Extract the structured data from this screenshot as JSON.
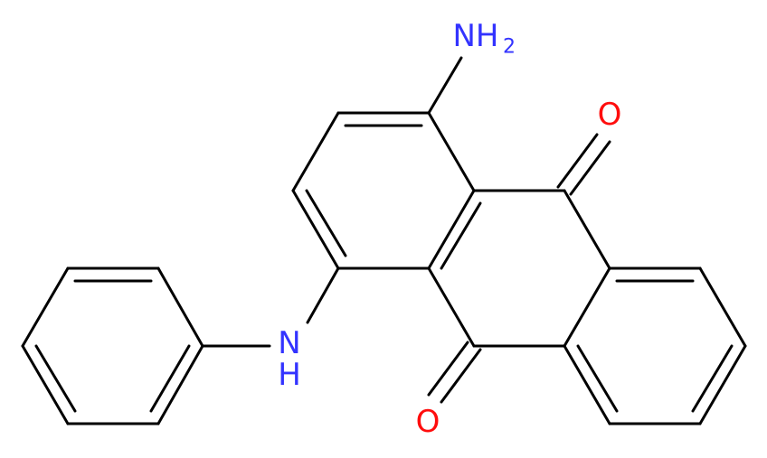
{
  "molecule": {
    "colors": {
      "bond": "#000000",
      "nitrogen": "#3333ff",
      "oxygen": "#ff0d0d"
    },
    "atoms": {
      "amino_n": {
        "element": "N",
        "text": "NH",
        "subscript": "2"
      },
      "anilino_n": {
        "element": "N",
        "text": "N",
        "h_text": "H"
      },
      "carbonyl_o_top": {
        "element": "O",
        "text": "O"
      },
      "carbonyl_o_bottom": {
        "element": "O",
        "text": "O"
      }
    }
  }
}
